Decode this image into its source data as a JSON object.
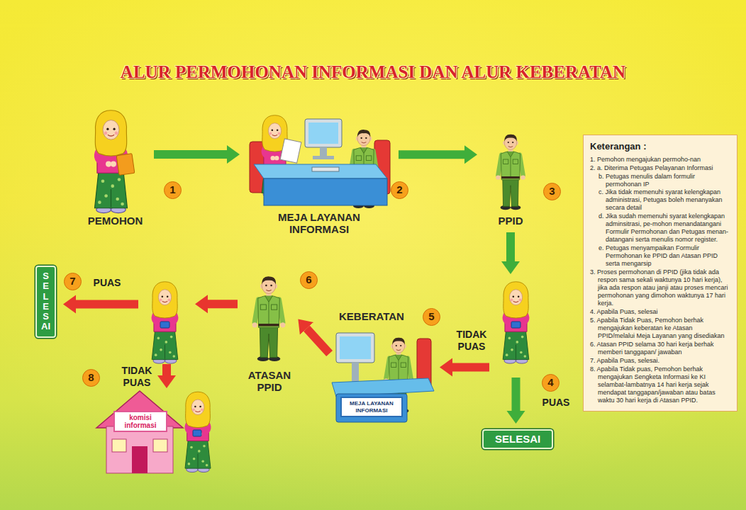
{
  "diagram": {
    "title": "ALUR PERMOHONAN INFORMASI DAN ALUR KEBERATAN",
    "nodes": [
      {
        "text": [
          "1",
          "PEMOHON"
        ]
      },
      {
        "text": [
          "2",
          "MEJA LAYANAN INFORMASI"
        ]
      },
      {
        "text": [
          "3",
          "PPID"
        ]
      },
      {
        "text": [
          "Keterangan :",
          "1. Pemohon mengajukan permoho-nan",
          "2. a. Diterima Petugas Pelayanan Informasi",
          "b. Petugas menulis dalam formulir permohonan IP",
          "c. Jika tidak memenuhi syarat kelengkapan administrasi, Petugas boleh menanyakan secara detail",
          "d. Jika sudah memenuhi syarat kelengkapan adminsitrasi, pe-mohon menandatangani Formulir Permohonan dan Petugas menan-datangani serta menulis nomor register.",
          "e. Petugas menyampaikan Formulir Permohonan ke PPID dan Atasan PPID serta mengarsip",
          "3. Proses permohonan di PPID (jika tidak ada respon sama sekali waktunya 10 hari kerja), jika ada respon atau janji atau proses mencari permohonan yang dimohon waktunya 17 hari kerja.",
          "4. Apabila Puas, selesai",
          "5. Apabila Tidak Puas, Pemohon berhak mengajukan keberatan ke Atasan PPID/melalui Meja Layanan yang disediakan",
          "6. Atasan PPID selama 30 hari kerja berhak memberi tanggapan/ jawaban",
          "7. Apabila Puas, selesai.",
          "8. Apabila Tidak puas, Pemohon berhak mengajukan Sengketa Informasi ke KI selambat-lambatnya 14 hari kerja sejak mendapat tanggapan/jawaban atau batas waktu 30 hari kerja di Atasan PPID."
        ]
      },
      {
        "text": [
          "4"
        ]
      },
      {
        "text": [
          "SELESAI"
        ]
      },
      {
        "text": [
          "KEBERATAN",
          "5",
          "MEJA LAYANAN INFORMASI"
        ]
      },
      {
        "text": [
          "6",
          "ATASAN PPID"
        ]
      },
      {
        "text": [
          "7"
        ]
      },
      {
        "text": [
          "SELESAI"
        ]
      },
      {
        "text": [
          "8",
          "komisi informasi"
        ]
      }
    ],
    "edges": [
      {
        "from": 0,
        "to": 1,
        "arrow": "to"
      },
      {
        "from": 1,
        "to": 2,
        "arrow": "to"
      },
      {
        "from": 2,
        "to": 4,
        "arrow": "to"
      },
      {
        "from": 4,
        "to": 5,
        "label": "PUAS",
        "arrow": "to"
      },
      {
        "from": 4,
        "to": 6,
        "label": "TIDAK PUAS",
        "arrow": "to"
      },
      {
        "from": 6,
        "to": 7,
        "arrow": "to"
      },
      {
        "from": 7,
        "to": 8,
        "arrow": "to"
      },
      {
        "from": 8,
        "to": 9,
        "label": "PUAS",
        "arrow": "to"
      },
      {
        "from": 8,
        "to": 10,
        "label": "TIDAK PUAS",
        "arrow": "to"
      }
    ]
  }
}
